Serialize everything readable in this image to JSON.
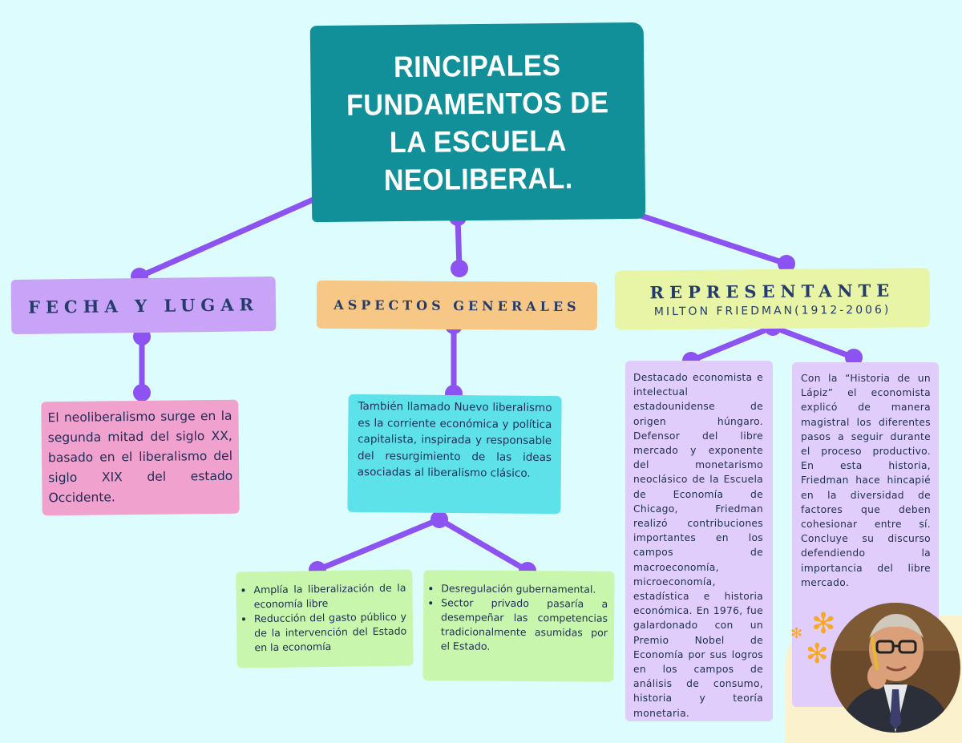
{
  "title": "RINCIPALES FUNDAMENTOS DE LA ESCUELA NEOLIBERAL.",
  "branches": {
    "fecha": {
      "label": "FECHA Y LUGAR",
      "text": "El neoliberalismo surge en la segunda mitad del siglo XX, basado en el liberalismo del siglo XIX del estado Occidente."
    },
    "aspectos": {
      "label": "ASPECTOS GENERALES",
      "text": "También llamado Nuevo liberalismo es la corriente económica y política capitalista, inspirada y responsable del resurgimiento de las ideas asociadas al liberalismo clásico.",
      "left_items": [
        "Amplía la liberalización de la economía libre",
        "Reducción del gasto público y de la intervención del Estado en la economía"
      ],
      "right_items": [
        "Desregulación gubernamental.",
        "Sector privado pasaría a desempeñar las competencias tradicionalmente asumidas por el Estado."
      ]
    },
    "representante": {
      "label": "REPRESENTANTE",
      "subtitle": "MILTON FRIEDMAN(1912-2006)",
      "left_text": "Destacado economista e intelectual estadounidense de origen húngaro. Defensor del libre mercado y exponente del monetarismo neoclásico de la Escuela de Economía de Chicago, Friedman realizó contribuciones importantes en los campos de macroeconomía, microeconomía, estadística e historia económica. En 1976, fue galardonado con un Premio Nobel de Economía por sus logros en los campos de análisis de consumo, historia y teoría monetaria.",
      "right_text": "Con la “Historia de un Lápiz” el economista explicó de manera magistral los diferentes pasos a seguir durante el proceso productivo. En esta historia, Friedman hace hincapié en la diversidad de factores que deben cohesionar entre sí. Concluye su discurso defendiendo la importancia del libre mercado."
    }
  },
  "decor": {
    "photo": "portrait-photo",
    "stars": "orange-asterisk-icon"
  },
  "colors": {
    "background": "#dcfcfd",
    "title_box": "#12909a",
    "connector": "#8c52f2",
    "fecha_band": "#c8a3f7",
    "aspectos_band": "#f7c785",
    "representante_band": "#e9f5a6",
    "pink_box": "#f0a1cd",
    "cyan_box": "#5ee2ea",
    "green_box": "#c9f6ad",
    "lavender_box": "#e1cdfb",
    "text": "#1d2d55"
  }
}
